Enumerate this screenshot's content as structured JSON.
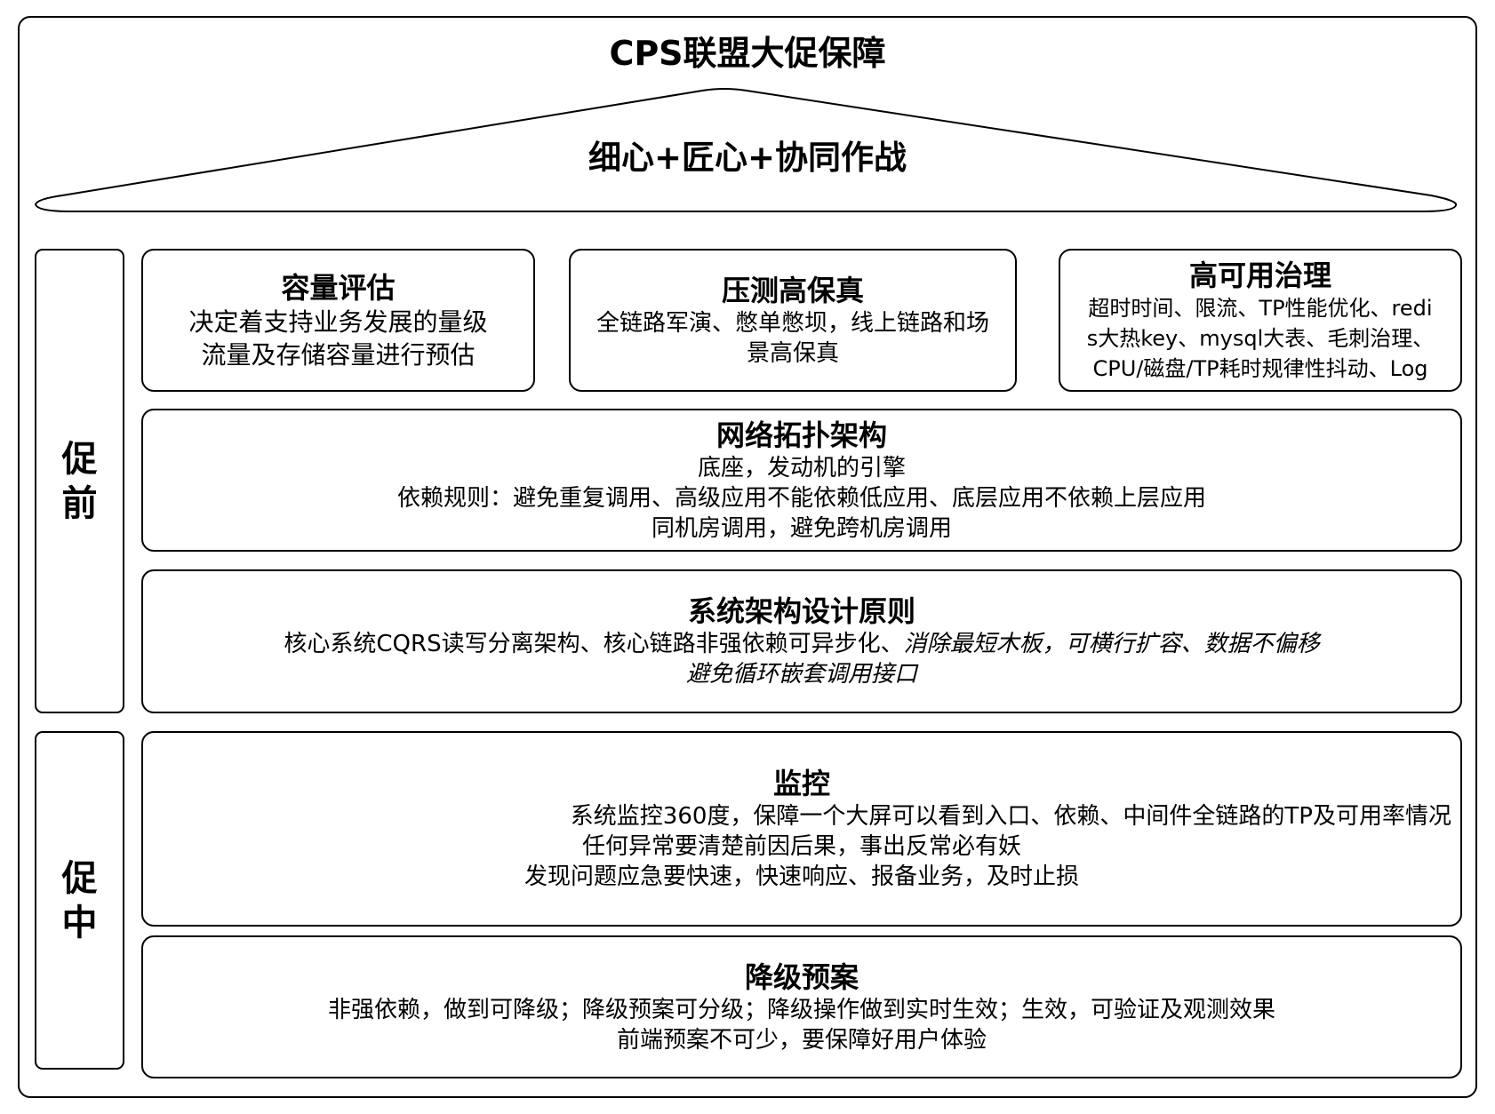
{
  "title": "CPS联盟大促保障",
  "slogan": "细心+匠心+协同作战",
  "phases": {
    "before": "促前",
    "during": "促中"
  },
  "boxes": {
    "capacity": {
      "title": "容量评估",
      "lines": [
        "决定着支持业务发展的量级",
        "流量及存储容量进行预估"
      ]
    },
    "stress": {
      "title": "压测高保真",
      "lines": [
        "全链路军演、憋单憋坝，线上链路和场",
        "景高保真"
      ]
    },
    "ha": {
      "title": "高可用治理",
      "lines": [
        "超时时间、限流、TP性能优化、redi",
        "s大热key、mysql大表、毛刺治理、",
        "CPU/磁盘/TP耗时规律性抖动、Log"
      ]
    },
    "network": {
      "title": "网络拓扑架构",
      "lines": [
        "底座，发动机的引擎",
        "依赖规则：避免重复调用、高级应用不能依赖低应用、底层应用不依赖上层应用",
        "同机房调用，避免跨机房调用"
      ]
    },
    "arch": {
      "title": "系统架构设计原则",
      "line1_normal": "核心系统CQRS读写分离架构、核心链路非强依赖可异步化、",
      "line1_italic": "消除最短木板，可横行扩容、数据不偏移",
      "line2_italic": "避免循环嵌套调用接口"
    },
    "monitor": {
      "title": "监控",
      "lines": [
        "系统监控360度，保障一个大屏可以看到入口、依赖、中间件全链路的TP及可用率情况",
        "任何异常要清楚前因后果，事出反常必有妖",
        "发现问题应急要快速，快速响应、报备业务，及时止损"
      ]
    },
    "degrade": {
      "title": "降级预案",
      "lines": [
        "非强依赖，做到可降级；降级预案可分级；降级操作做到实时生效；生效，可验证及观测效果",
        "前端预案不可少，要保障好用户体验"
      ]
    }
  }
}
